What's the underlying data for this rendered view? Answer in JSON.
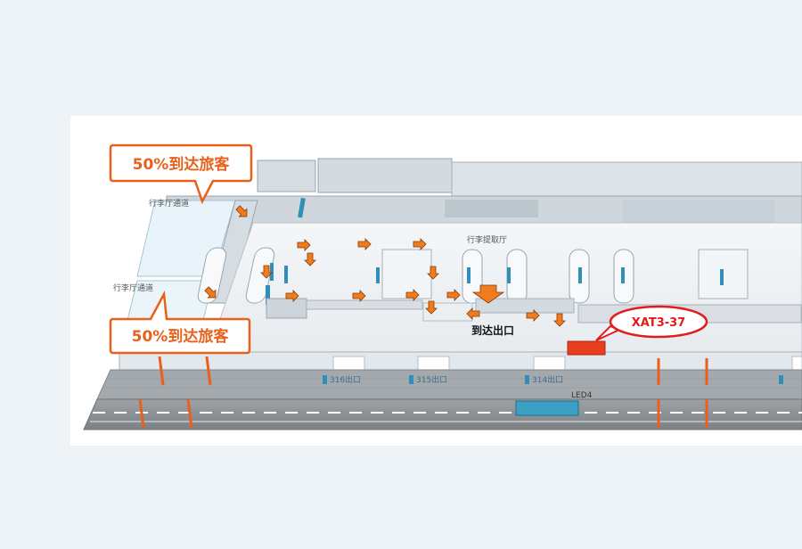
{
  "callouts": {
    "top": "50%到达旅客",
    "bottom": "50%到达旅客"
  },
  "labels": {
    "corridor_top": "行李厅通道",
    "corridor_bottom": "行李厅通道",
    "baggage_hall": "行李提取厅",
    "arrival_exit": "到达出口",
    "led": "LED4",
    "ad_position": "XAT3-37"
  },
  "exits": [
    {
      "label": "316出口"
    },
    {
      "label": "315出口"
    },
    {
      "label": "314出口"
    }
  ],
  "colors": {
    "arrow": "#f07c1e",
    "callout_border": "#e8611a",
    "ad_marker": "#e8401c",
    "ad_callout": "#e21b1b",
    "led_screen": "#3aa0c4",
    "road": "#8a8f94"
  }
}
